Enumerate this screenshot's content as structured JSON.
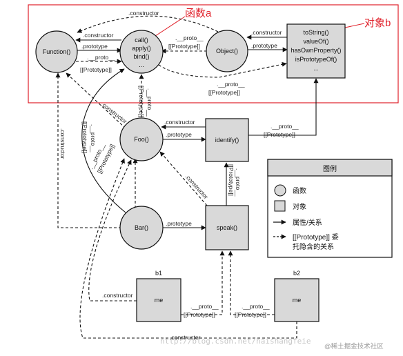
{
  "annotations": {
    "function_a": "函数a",
    "object_b": "对象b"
  },
  "nodes": {
    "function": "Function()",
    "object": "Object()",
    "foo": "Foo()",
    "bar": "Bar()",
    "call_lines": [
      "call()",
      "apply()",
      "bind()",
      "..."
    ],
    "objproto_lines": [
      "toString()",
      "valueOf()",
      "hasOwnProperty()",
      "isPrototypeOf()",
      "..."
    ],
    "identify": "identify()",
    "speak": "speak()",
    "me": "me",
    "b1": "b1",
    "b2": "b2"
  },
  "edge_labels": {
    "constructor": ".constructor",
    "prototype": ".prototype",
    "proto": ".__proto__",
    "proto_bracket": "[[Prototype]]"
  },
  "legend": {
    "title": "图例",
    "function": "函数",
    "object": "对象",
    "property": "属性/关系",
    "delegation_line1": "[[Prototype]] 委",
    "delegation_line2": "托隐含的关系"
  },
  "watermark": {
    "url": "http://blog.csdn.net/haishangfeie",
    "site": "@稀土掘金技术社区"
  }
}
